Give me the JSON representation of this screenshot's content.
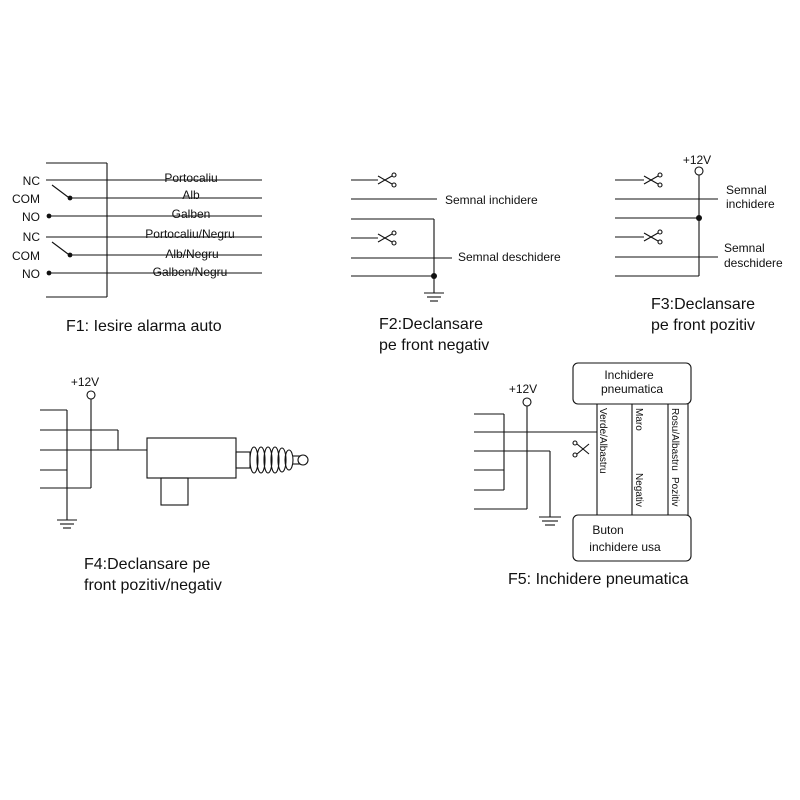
{
  "f1": {
    "caption": "F1: Iesire alarma auto",
    "pins": [
      "NC",
      "COM",
      "NO",
      "NC",
      "COM",
      "NO"
    ],
    "wires": [
      "Portocaliu",
      "Alb",
      "Galben",
      "Portocaliu/Negru",
      "Alb/Negru",
      "Galben/Negru"
    ]
  },
  "f2": {
    "caption_line1": "F2:Declansare",
    "caption_line2": "pe front negativ",
    "signal_close": "Semnal inchidere",
    "signal_open": "Semnal deschidere"
  },
  "f3": {
    "caption_line1": "F3:Declansare",
    "caption_line2": "pe front pozitiv",
    "voltage": "+12V",
    "signal_close_line1": "Semnal",
    "signal_close_line2": "inchidere",
    "signal_open_line1": "Semnal",
    "signal_open_line2": "deschidere"
  },
  "f4": {
    "caption_line1": "F4:Declansare pe",
    "caption_line2": "front pozitiv/negativ",
    "voltage": "+12V"
  },
  "f5": {
    "caption": "F5: Inchidere pneumatica",
    "voltage": "+12V",
    "top_box_line1": "Inchidere",
    "top_box_line2": "pneumatica",
    "bottom_box_line1": "Buton",
    "bottom_box_line2": "inchidere usa",
    "wire_green_blue": "Verde/Albastru",
    "wire_brown": "Maro",
    "wire_negative": "Negativ",
    "wire_red_blue": "Rosu/Albastru",
    "wire_positive": "Pozitiv"
  },
  "colors": {
    "ink": "#111111",
    "background": "#ffffff"
  },
  "icons": [
    "scissors-icon",
    "ground-icon"
  ]
}
